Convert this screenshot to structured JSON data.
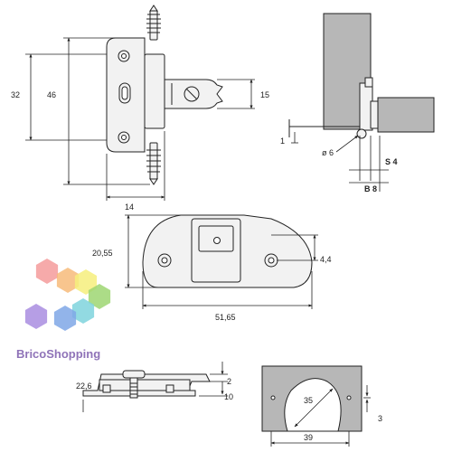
{
  "brand": {
    "name": "BricoShopping",
    "color": "#8f73b8"
  },
  "colors": {
    "line": "#222222",
    "part_fill": "#f2f2f2",
    "shade": "#b7b7b7",
    "hex_colors": [
      "#f59b9b",
      "#f7bb7a",
      "#f6ee7c",
      "#9ed672",
      "#7fd3dd",
      "#7fa7e6",
      "#a98de0"
    ]
  },
  "hinge_top_view": {
    "dims": {
      "height_outer": "32",
      "height_inner": "46",
      "arm_height": "15",
      "width": "14"
    }
  },
  "mount_side_view": {
    "dims": {
      "overlap": "1",
      "pin_diameter": "ø 6",
      "s": "S 4",
      "b": "B 8"
    }
  },
  "mounting_plate": {
    "dims": {
      "height": "20,55",
      "hole_offset": "4,4",
      "length": "51,65"
    }
  },
  "plate_side_view": {
    "dims": {
      "height": "22,6",
      "thickness_a": "2",
      "thickness_b": "10"
    }
  },
  "cup_view": {
    "dims": {
      "cup_diameter": "35",
      "width": "39",
      "edge": "3"
    }
  }
}
